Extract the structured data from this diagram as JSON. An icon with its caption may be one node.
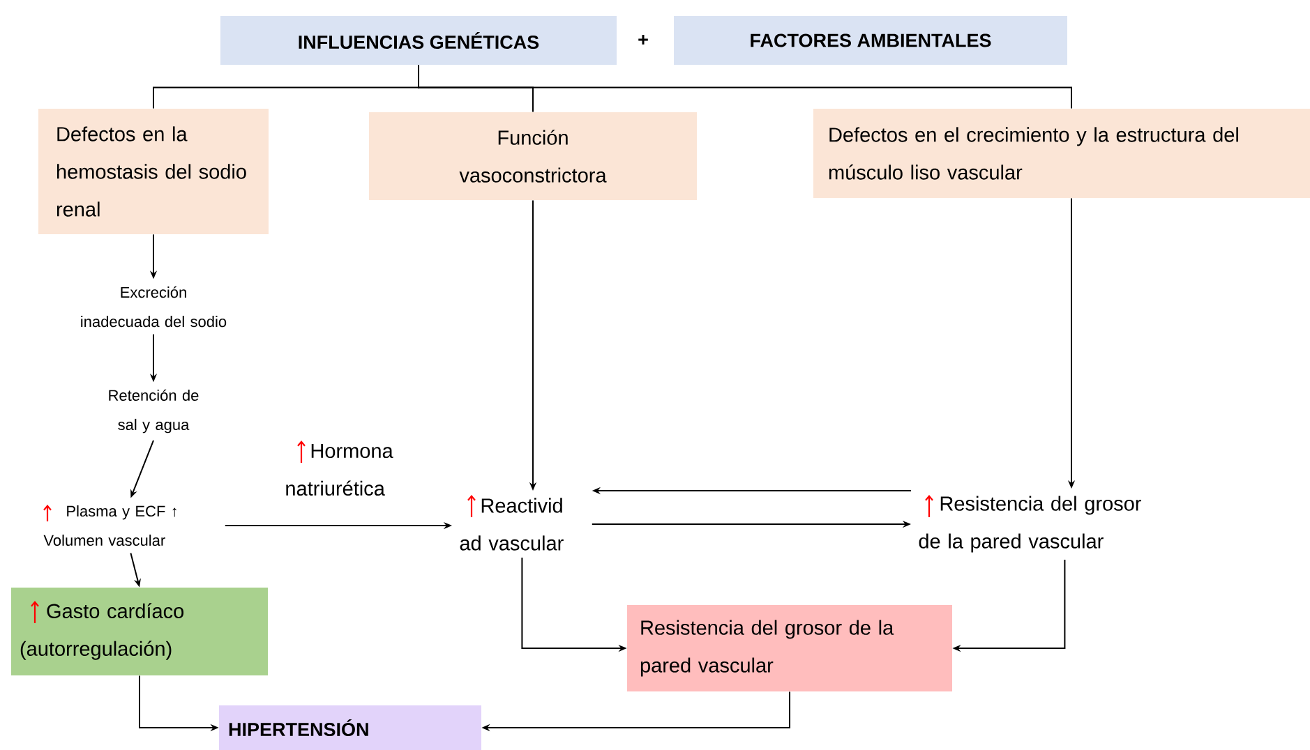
{
  "diagram": {
    "nodes": [
      {
        "text": [
          "INFLUENCIAS GENÉTICAS"
        ]
      },
      {
        "text": [
          "FACTORES AMBIENTALES"
        ]
      },
      {
        "text": [
          "Defectos en la hemostasis del sodio renal"
        ]
      },
      {
        "text": [
          "Función vasoconstrictora"
        ]
      },
      {
        "text": [
          "Defectos en el crecimiento y la estructura del músculo liso vascular"
        ]
      },
      {
        "text": [
          "Excreción inadecuada del sodio"
        ]
      },
      {
        "text": [
          "Retención de sal y agua"
        ]
      },
      {
        "text": [
          "Plasma y ECF ↑ Volumen vascular"
        ]
      },
      {
        "text": [
          "Reactivid ad vascular"
        ]
      },
      {
        "text": [
          "Resistencia del grosor de la pared vascular"
        ]
      },
      {
        "text": [
          "Gasto cardíaco (autorregulación)"
        ]
      },
      {
        "text": [
          "Resistencia del grosor de la pared vascular"
        ]
      },
      {
        "text": [
          "HIPERTENSIÓN"
        ]
      }
    ],
    "edges": [
      {
        "from": 0,
        "to": 2,
        "arrow": "none"
      },
      {
        "from": 0,
        "to": 3,
        "arrow": "none"
      },
      {
        "from": 0,
        "to": 4,
        "arrow": "none"
      },
      {
        "from": 2,
        "to": 5,
        "arrow": "to"
      },
      {
        "from": 5,
        "to": 6,
        "arrow": "to"
      },
      {
        "from": 6,
        "to": 7,
        "arrow": "to"
      },
      {
        "from": 7,
        "to": 8,
        "arrow": "to",
        "label": "Hormona natriurética"
      },
      {
        "from": 3,
        "to": 8,
        "arrow": "to"
      },
      {
        "from": 4,
        "to": 9,
        "arrow": "to"
      },
      {
        "from": 9,
        "to": 8,
        "arrow": "to"
      },
      {
        "from": 8,
        "to": 9,
        "arrow": "to"
      },
      {
        "from": 7,
        "to": 10,
        "arrow": "to"
      },
      {
        "from": 8,
        "to": 11,
        "arrow": "to"
      },
      {
        "from": 9,
        "to": 11,
        "arrow": "to"
      },
      {
        "from": 10,
        "to": 12,
        "arrow": "to"
      },
      {
        "from": 11,
        "to": 12,
        "arrow": "to"
      }
    ],
    "labels": [
      "+"
    ]
  }
}
